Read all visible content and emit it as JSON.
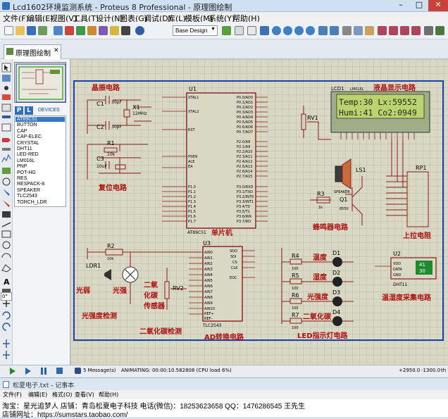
{
  "window": {
    "title": "Lcd1602环境监测系统 - Proteus 8 Professional - 原理图绘制",
    "controls": [
      "–",
      "□",
      "✕"
    ]
  },
  "menubar": [
    "文件(F)",
    "编辑(E)",
    "视图(V)",
    "工具(T)",
    "设计(N)",
    "图表(G)",
    "调试(D)",
    "库(L)",
    "模板(M)",
    "系统(Y)",
    "帮助(H)"
  ],
  "toolbar": {
    "design_select": "Base Design"
  },
  "tab": {
    "label": "原理图绘制",
    "close": "✕"
  },
  "left_panel": {
    "mode_p": "P",
    "mode_l": "L",
    "devices_header": "DEVICES",
    "devices": [
      "AT89C51",
      "BUTTON",
      "CAP",
      "CAP-ELEC",
      "CRYSTAL",
      "DHT11",
      "LED-RED",
      "LM016L",
      "PNP",
      "POT-HG",
      "RES",
      "RESPACK-8",
      "SPEAKER",
      "TLC2543",
      "TORCH_LDR"
    ],
    "rotation_value": "0°"
  },
  "schematic": {
    "section_labels": [
      "晶振电路",
      "复位电路",
      "单片机",
      "液晶显示电路",
      "蜂鸣器电路",
      "上拉电阻",
      "光强度检测",
      "二氧化碳检测",
      "AD转换电路",
      "LED指示灯电路",
      "温湿度采集电路"
    ],
    "lcd": {
      "ref": "LCD1",
      "model": "LM016L",
      "line1": "Temp:30 Lx:59552",
      "line2": "Humi:41 Co2:0949"
    },
    "refs": [
      "U1",
      "C1",
      "C2",
      "X1",
      "R1",
      "C3",
      "RV1",
      "LS1",
      "Q1",
      "R3",
      "RP1",
      "R2",
      "LDR1",
      "U3",
      "RV2",
      "R4",
      "R5",
      "R6",
      "R7",
      "D1",
      "D2",
      "D3",
      "D4",
      "U2"
    ],
    "mcu_model": "AT89C51",
    "adc_model": "TLC2543",
    "sensor_model": "DHT11",
    "ldr_labels": [
      "光弱",
      "光强"
    ],
    "co2_labels": [
      "二氧",
      "化碳",
      "传感器"
    ],
    "led_labels": [
      "温度",
      "湿度",
      "光强度",
      "二氧化碳"
    ],
    "values": {
      "c1": "30pF",
      "c2": "30pF",
      "x1": "12MHz",
      "r1": "10k",
      "c3": "10uF",
      "r2": "10k",
      "r3": "1k",
      "r_led": "100",
      "q1": "8550",
      "ls1": "SPEAKER",
      "sensor_temp": "41",
      "sensor_humi": "30"
    }
  },
  "statusbar": {
    "messages": "5 Message(s)",
    "animation": "ANIMATING: 00:00:10.582808 (CPU load 6%)",
    "coord_x": "+2950.0",
    "coord_y": "-1300.0",
    "unit": "th"
  },
  "notepad": {
    "title": "松夏电子.txt - 记事本",
    "menu": [
      "文件(F)",
      "编辑(E)",
      "格式(O)",
      "查看(V)",
      "帮助(H)"
    ],
    "line1": "淘宝：星光追梦人          店铺：青岛松夏电子科技          电话(微信)：18253623658          QQ：1476286545          王先生",
    "line2": "店铺网址：https://sumstars.taobao.com/"
  },
  "colors": {
    "sheet_border": "#1a3fb0",
    "wire": "#8b1c1c",
    "label": "#b01010",
    "lcd_bg": "#b9d46f",
    "pin_text": "#1a3fb0",
    "led": "#222222"
  }
}
